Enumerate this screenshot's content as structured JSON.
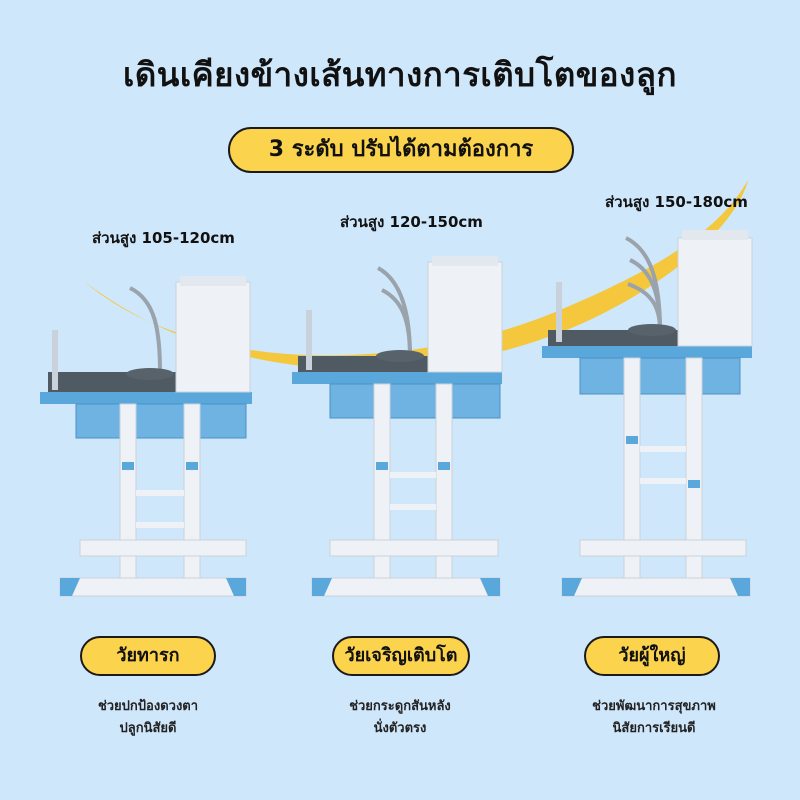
{
  "title": "เดินเคียงข้างเส้นทางการเติบโตของลูก",
  "badge": "3 ระดับ ปรับได้ตามต้องการ",
  "desks": [
    {
      "height": "ส่วนสูง 105-120cm",
      "age": "วัยทารก",
      "desc_line1": "ช่วยปกป้องดวงตา",
      "desc_line2": "ปลูกนิสัยดี"
    },
    {
      "height": "ส่วนสูง 120-150cm",
      "age": "วัยเจริญเติบโต",
      "desc_line1": "ช่วยกระดูกสันหลัง",
      "desc_line2": "นั่งตัวตรง"
    },
    {
      "height": "ส่วนสูง 150-180cm",
      "age": "วัยผู้ใหญ่",
      "desc_line1": "ช่วยพัฒนาการสุขภาพ",
      "desc_line2": "นิสัยการเรียนดี"
    }
  ],
  "colors": {
    "background": "#cfe7fb",
    "accent": "#fcd34d",
    "desk_blue": "#5aa7dc",
    "frame": "#eef2f6"
  }
}
